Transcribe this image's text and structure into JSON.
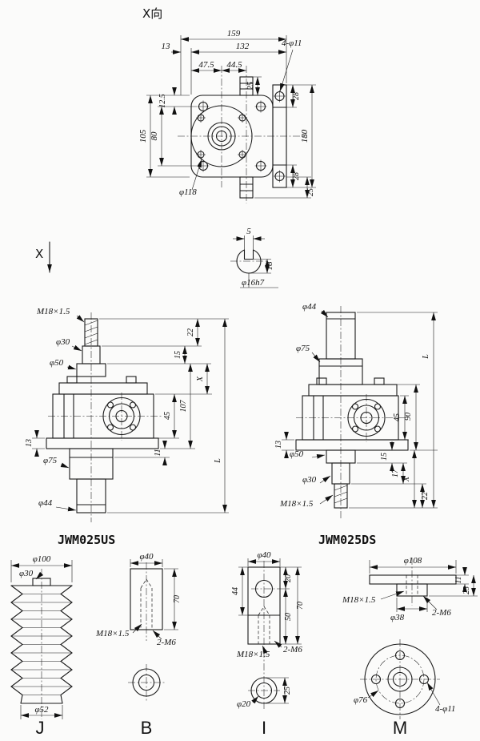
{
  "views": {
    "top": {
      "title": "X向",
      "dims": {
        "w159": "159",
        "w13": "13",
        "w132": "132",
        "w47_5": "47.5",
        "w44_5": "44.5",
        "holes": "4-φ11",
        "h25t": "25",
        "h28t": "28",
        "h180": "180",
        "h28b": "28",
        "h25b": "25",
        "h12_5": "12.5",
        "h105": "105",
        "h80": "80",
        "wheel": "φ118"
      }
    },
    "shaft_section": {
      "view_marker": "X",
      "dims": {
        "key_w": "5",
        "key_h": "18",
        "shaft": "φ16h7"
      }
    },
    "jwm025us": {
      "label": "JWM025US",
      "dims": {
        "thread": "M18×1.5",
        "rod": "φ30",
        "collar": "φ50",
        "plate": "13",
        "tube": "φ75",
        "screw": "φ44",
        "l22": "22",
        "l15": "15",
        "travel": "X",
        "l107": "107",
        "l45": "45",
        "l11": "11",
        "overall": "L"
      }
    },
    "jwm025ds": {
      "label": "JWM025DS",
      "dims": {
        "screw": "φ44",
        "tube": "φ75",
        "plate": "13",
        "collar": "φ50",
        "rod": "φ30",
        "thread": "M18×1.5",
        "overall": "L",
        "l90": "90",
        "l45": "45",
        "l15": "15",
        "l17": "17",
        "travel": "X",
        "l22": "22"
      }
    },
    "accessories": [
      {
        "label": "J",
        "dims": {
          "top": "φ100",
          "stub": "φ30",
          "bottom": "φ52"
        }
      },
      {
        "label": "B",
        "dims": {
          "outer": "φ40",
          "len": "70",
          "thread": "M18×1.5",
          "screws": "2-M6"
        }
      },
      {
        "label": "I",
        "dims": {
          "outer": "φ40",
          "l44": "44",
          "l20": "20",
          "l50": "50",
          "l70": "70",
          "screws": "2-M6",
          "thread": "M18×1.5",
          "hole": "φ20",
          "l25": "25"
        }
      },
      {
        "label": "M",
        "dims": {
          "flange": "φ108",
          "l11": "11",
          "l25": "25",
          "thread": "M18×1.5",
          "hub": "φ38",
          "screws": "2-M6",
          "bolt_circle": "φ76",
          "holes": "4-φ11"
        }
      }
    ]
  }
}
